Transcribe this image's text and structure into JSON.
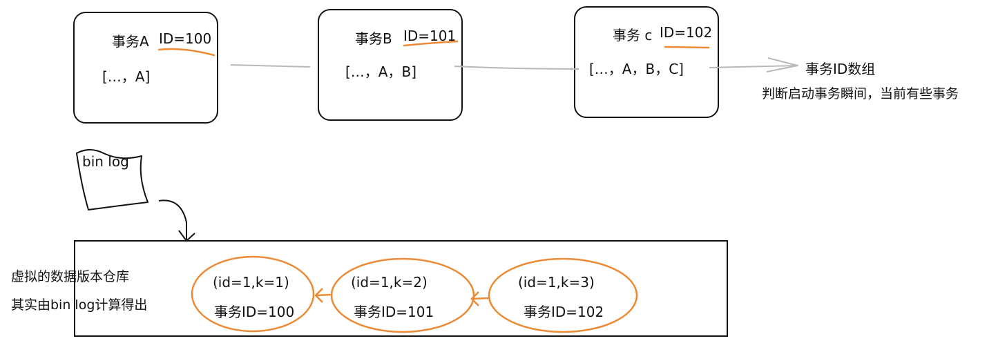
{
  "transactions": [
    {
      "title_prefix": "事务A",
      "id_label": "ID=100",
      "array": "[…，A]"
    },
    {
      "title_prefix": "事务B",
      "id_label": "ID=101",
      "array": "[…，A，B]"
    },
    {
      "title_prefix": "事务 c",
      "id_label": "ID=102",
      "array": "[…，A，B，C]"
    }
  ],
  "array_label": {
    "title": "事务ID数组",
    "subtitle": "判断启动事务瞬间，当前有些事务"
  },
  "binlog_label": "bin log",
  "store_label": {
    "line1": "虚拟的数据版本仓库",
    "line2": "其实由bin log计算得出"
  },
  "versions": [
    {
      "row": "(id=1,k=1)",
      "trx": "事务ID=100"
    },
    {
      "row": "(id=1,k=2)",
      "trx": "事务ID=101"
    },
    {
      "row": "(id=1,k=3)",
      "trx": "事务ID=102"
    }
  ],
  "colors": {
    "accent": "#ec8a35",
    "line": "#111111",
    "connector": "#b9b9b9"
  }
}
